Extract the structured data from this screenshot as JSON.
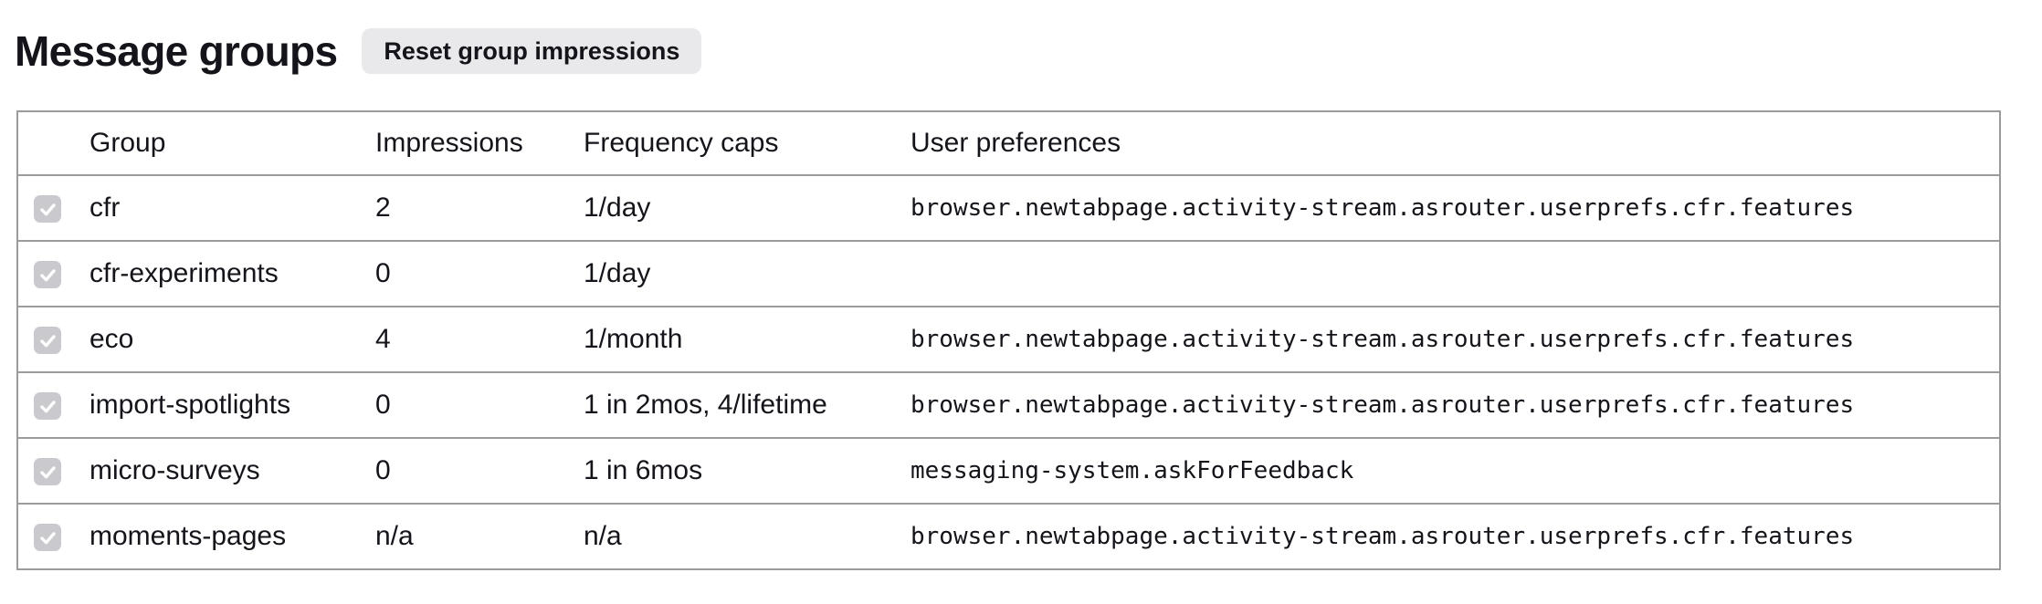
{
  "header": {
    "title": "Message groups",
    "reset_button_label": "Reset group impressions"
  },
  "table": {
    "headers": {
      "group": "Group",
      "impressions": "Impressions",
      "frequency_caps": "Frequency caps",
      "user_preferences": "User preferences"
    },
    "rows": [
      {
        "checked": true,
        "group": "cfr",
        "impressions": "2",
        "frequency_caps": "1/day",
        "user_preferences": "browser.newtabpage.activity-stream.asrouter.userprefs.cfr.features"
      },
      {
        "checked": true,
        "group": "cfr-experiments",
        "impressions": "0",
        "frequency_caps": "1/day",
        "user_preferences": ""
      },
      {
        "checked": true,
        "group": "eco",
        "impressions": "4",
        "frequency_caps": "1/month",
        "user_preferences": "browser.newtabpage.activity-stream.asrouter.userprefs.cfr.features"
      },
      {
        "checked": true,
        "group": "import-spotlights",
        "impressions": "0",
        "frequency_caps": "1 in 2mos, 4/lifetime",
        "user_preferences": "browser.newtabpage.activity-stream.asrouter.userprefs.cfr.features"
      },
      {
        "checked": true,
        "group": "micro-surveys",
        "impressions": "0",
        "frequency_caps": "1 in 6mos",
        "user_preferences": "messaging-system.askForFeedback"
      },
      {
        "checked": true,
        "group": "moments-pages",
        "impressions": "n/a",
        "frequency_caps": "n/a",
        "user_preferences": "browser.newtabpage.activity-stream.asrouter.userprefs.cfr.features"
      }
    ]
  },
  "colors": {
    "text": "#15141a",
    "table_border": "#9b9b9e",
    "checkbox_bg": "#c9c9ce",
    "checkbox_check": "#fdfdfd",
    "button_bg": "#e9e9eb",
    "page_bg": "#ffffff"
  }
}
